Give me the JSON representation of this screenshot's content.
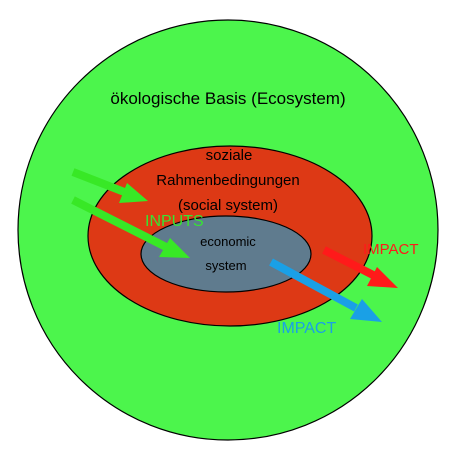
{
  "diagram": {
    "ecosystem_label": "ökologische Basis (Ecosystem)",
    "social_label_line1": "soziale",
    "social_label_line2": "Rahmenbedingungen",
    "social_label_line3": "(social system)",
    "economic_label_line1": "economic",
    "economic_label_line2": "system",
    "inputs_label": "INPUTS",
    "impact_red_label": "IMPACT",
    "impact_blue_label": "IMPACT"
  },
  "colors": {
    "ecosystem_fill": "#4cf54c",
    "social_fill": "#dd3915",
    "economic_fill": "#5f7b8e",
    "inputs_arrow": "#38e826",
    "inputs_text": "#37e433",
    "impact_red": "#ff1a1a",
    "impact_blue": "#1aa0e6",
    "outline": "#000000"
  }
}
